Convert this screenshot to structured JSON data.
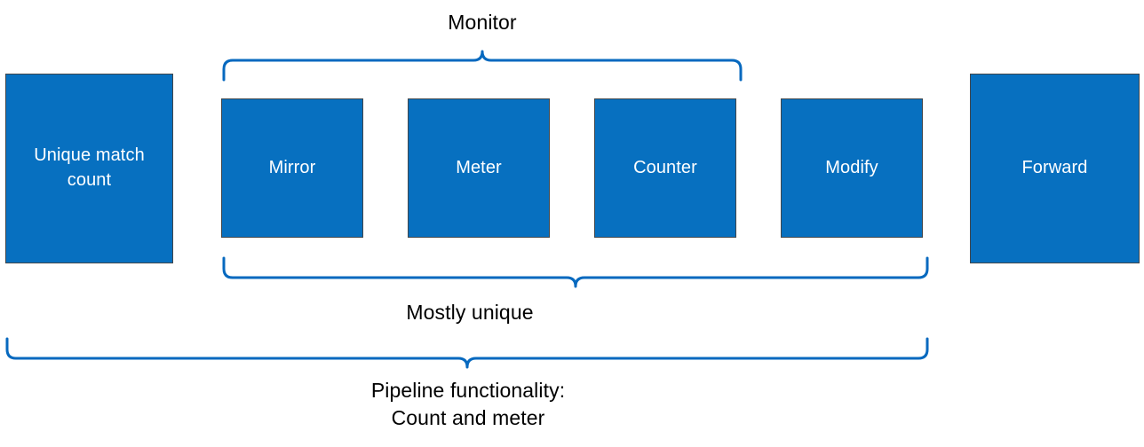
{
  "diagram": {
    "title_hidden": "",
    "colors": {
      "box_fill": "#0770C0",
      "box_border": "#41464b",
      "brace_stroke": "#0769BF",
      "box_text": "#ffffff",
      "label_text": "#000000",
      "background": "#ffffff"
    },
    "boxes": [
      {
        "id": "unique-match-count",
        "label": "Unique match\ncount"
      },
      {
        "id": "mirror",
        "label": "Mirror"
      },
      {
        "id": "meter",
        "label": "Meter"
      },
      {
        "id": "counter",
        "label": "Counter"
      },
      {
        "id": "modify",
        "label": "Modify"
      },
      {
        "id": "forward",
        "label": "Forward"
      }
    ],
    "braces": [
      {
        "id": "monitor",
        "label": "Monitor",
        "direction": "up",
        "covers": [
          "mirror",
          "meter",
          "counter",
          "modify"
        ]
      },
      {
        "id": "mostly-unique",
        "label": "Mostly unique",
        "direction": "down",
        "covers": [
          "mirror",
          "meter",
          "counter",
          "modify"
        ]
      },
      {
        "id": "pipeline-functionality",
        "label": "Pipeline functionality:\nCount and meter",
        "direction": "down",
        "covers": [
          "unique-match-count",
          "mirror",
          "meter",
          "counter",
          "modify"
        ]
      }
    ]
  }
}
